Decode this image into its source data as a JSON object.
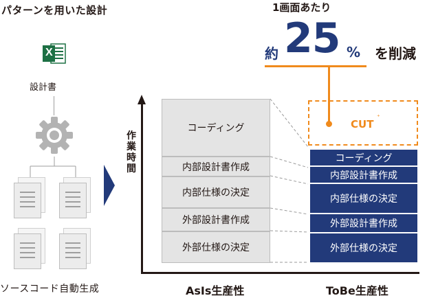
{
  "header": {
    "left_title": "パターンを用いた設計",
    "per_screen": "1画面あたり",
    "approx": "約",
    "percent_value": "25",
    "percent_sign": "%",
    "reduction": "を削減"
  },
  "left_flow": {
    "excel_letter": "X",
    "design_doc_label": "設計書",
    "source_label": "ソースコード自動生成"
  },
  "chart": {
    "y_axis_label": "作業時間",
    "x_labels": {
      "asis": "AsIs生産性",
      "tobe": "ToBe生産性"
    },
    "cut_label": "CUT",
    "asis_items": [
      "コーディング",
      "内部設計書作成",
      "内部仕様の決定",
      "外部設計書作成",
      "外部仕様の決定"
    ],
    "tobe_items": [
      "コーディング",
      "内部設計書作成",
      "内部仕様の決定",
      "外部設計書作成",
      "外部仕様の決定"
    ]
  },
  "colors": {
    "navy": "#223a7a",
    "orange": "#f08a1c",
    "excel_green": "#1d7044",
    "gray_box": "#e4e4e4"
  }
}
